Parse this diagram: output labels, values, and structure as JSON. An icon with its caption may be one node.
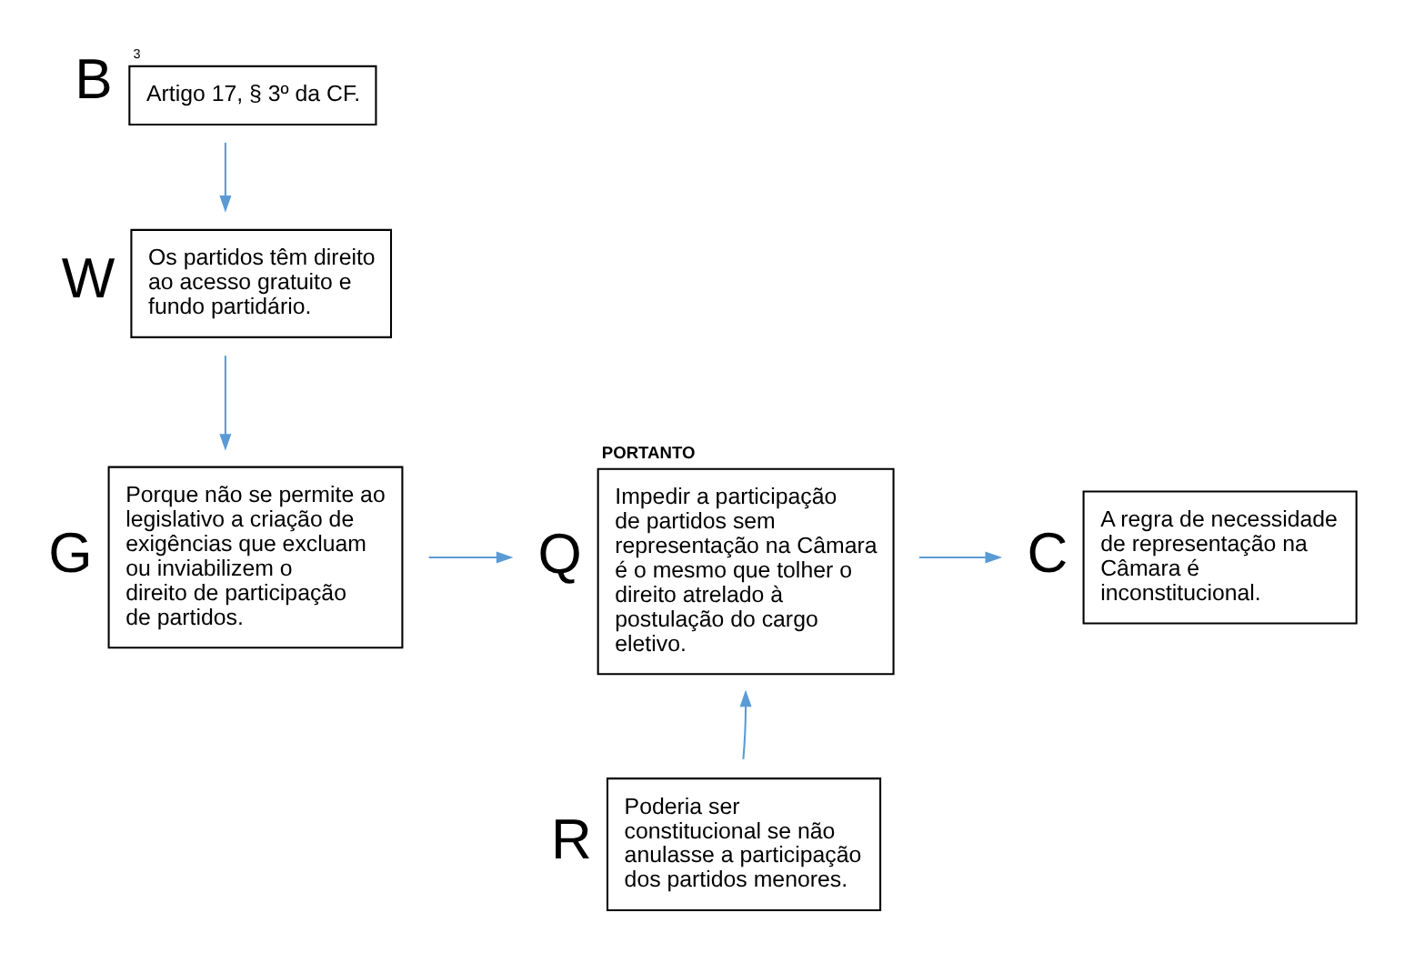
{
  "diagram": {
    "nodes": [
      {
        "text": [
          "Artigo 17, § 3º da CF."
        ],
        "beside": [
          "B",
          "3"
        ]
      },
      {
        "text": [
          "Os partidos têm direito ao acesso gratuito e fundo partidário."
        ],
        "beside": [
          "W"
        ]
      },
      {
        "text": [
          "Porque não se permite ao legislativo a criação de exigências que excluam ou inviabilizem o direito de participação de partidos."
        ],
        "beside": [
          "G"
        ]
      },
      {
        "text": [
          "PORTANTO",
          "Impedir a participação de partidos sem representação na Câmara é o mesmo que tolher o direito atrelado à postulação do cargo eletivo."
        ],
        "beside": [
          "Q"
        ]
      },
      {
        "text": [
          "A regra de necessidade de representação na Câmara é inconstitucional."
        ],
        "beside": [
          "C"
        ]
      },
      {
        "text": [
          "Poderia ser constitucional se não anulasse a participação dos partidos menores."
        ],
        "beside": [
          "R"
        ]
      }
    ],
    "edges": [
      {
        "from": 0,
        "to": 1,
        "arrow": "to"
      },
      {
        "from": 1,
        "to": 2,
        "arrow": "to"
      },
      {
        "from": 2,
        "to": 3,
        "arrow": "to"
      },
      {
        "from": 3,
        "to": 4,
        "arrow": "to"
      },
      {
        "from": 5,
        "to": 3,
        "arrow": "to"
      }
    ]
  }
}
